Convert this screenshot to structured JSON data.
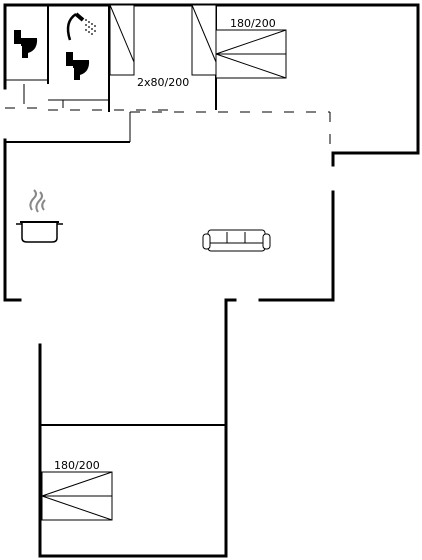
{
  "floor_plan": {
    "bed_labels": {
      "double_bed_top": "180/200",
      "twin_beds": "2x80/200",
      "double_bed_bottom": "180/200"
    }
  }
}
